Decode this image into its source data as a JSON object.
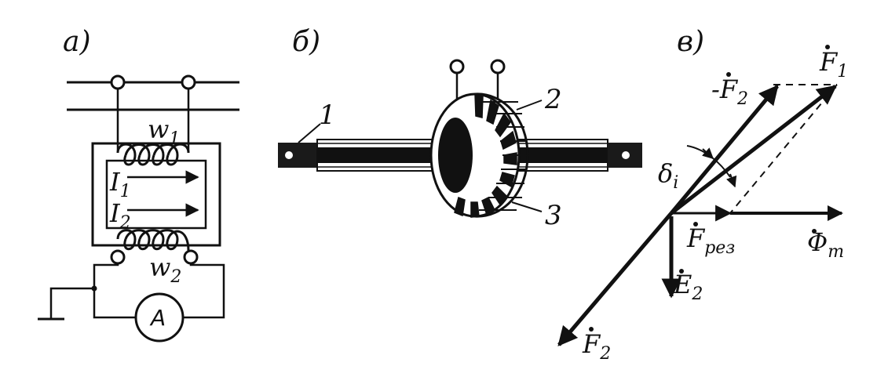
{
  "panels": {
    "a": "а)",
    "b": "б)",
    "c": "в)"
  },
  "circuit": {
    "w1_base": "w",
    "w1_sub": "1",
    "w2_base": "w",
    "w2_sub": "2",
    "i1_base": "I",
    "i1_sub": "1",
    "i2_base": "I",
    "i2_sub": "2",
    "ammeter": "A"
  },
  "device": {
    "label_1": "1",
    "label_2": "2",
    "label_3": "3"
  },
  "phasor": {
    "f1_base": "F",
    "f1_sub": "1",
    "neg_f2_base": "-F",
    "neg_f2_sub": "2",
    "delta_base": "δ",
    "delta_sub": "i",
    "fres_base": "F",
    "fres_sub": "рез",
    "phim_base": "Φ",
    "phim_sub": "m",
    "e2_base": "E",
    "e2_sub": "2",
    "f2_base": "F",
    "f2_sub": "2"
  }
}
